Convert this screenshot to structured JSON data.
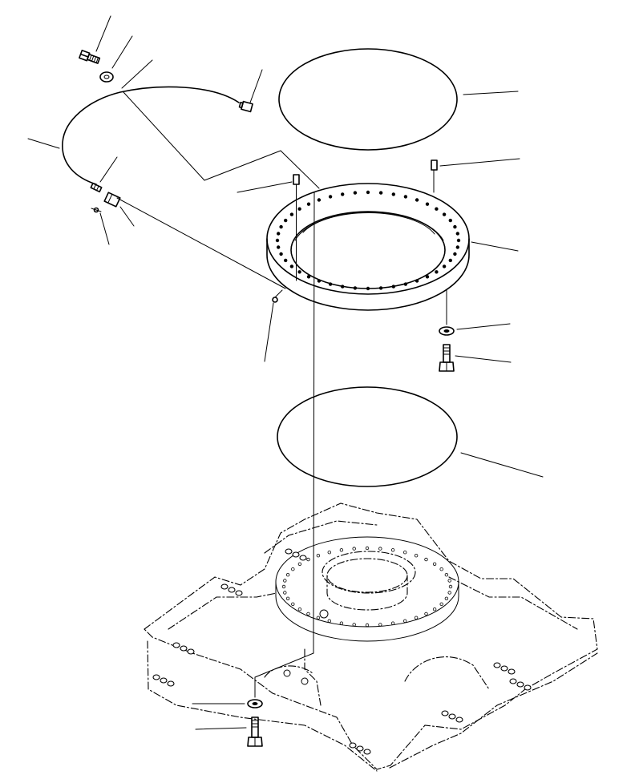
{
  "drawing": {
    "type": "exploded-parts-diagram",
    "line_color": "#000000",
    "background": "#ffffff",
    "parts": [
      "bolt",
      "washer",
      "harness-wire",
      "connector",
      "seal-ring-upper",
      "dowel-pin",
      "swing-circle-bearing",
      "grease-fitting",
      "bolt-washer",
      "seal-ring-lower",
      "track-frame",
      "frame-bolt",
      "frame-washer"
    ]
  }
}
